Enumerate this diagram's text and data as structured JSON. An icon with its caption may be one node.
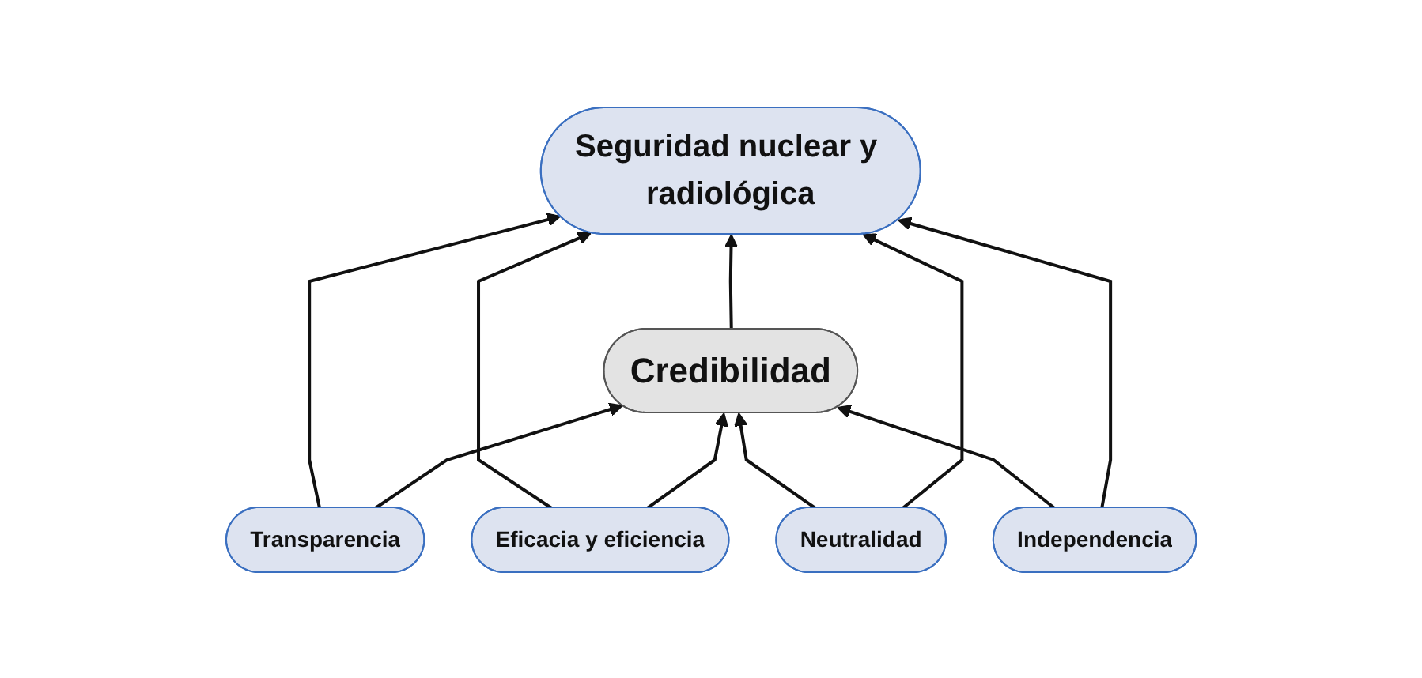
{
  "diagram": {
    "nodes": [
      {
        "text": [
          "Seguridad nuclear y radiológica"
        ]
      },
      {
        "text": [
          "Credibilidad"
        ]
      },
      {
        "text": [
          "Transparencia"
        ]
      },
      {
        "text": [
          "Eficacia y eficiencia"
        ]
      },
      {
        "text": [
          "Neutralidad"
        ]
      },
      {
        "text": [
          "Independencia"
        ]
      }
    ],
    "edges": [
      {
        "from": 2,
        "to": 0,
        "arrow": "to"
      },
      {
        "from": 2,
        "to": 1,
        "arrow": "to"
      },
      {
        "from": 3,
        "to": 0,
        "arrow": "to"
      },
      {
        "from": 3,
        "to": 1,
        "arrow": "to"
      },
      {
        "from": 4,
        "to": 1,
        "arrow": "to"
      },
      {
        "from": 4,
        "to": 0,
        "arrow": "to"
      },
      {
        "from": 5,
        "to": 1,
        "arrow": "to"
      },
      {
        "from": 5,
        "to": 0,
        "arrow": "to"
      },
      {
        "from": 1,
        "to": 0,
        "arrow": "to"
      }
    ]
  }
}
